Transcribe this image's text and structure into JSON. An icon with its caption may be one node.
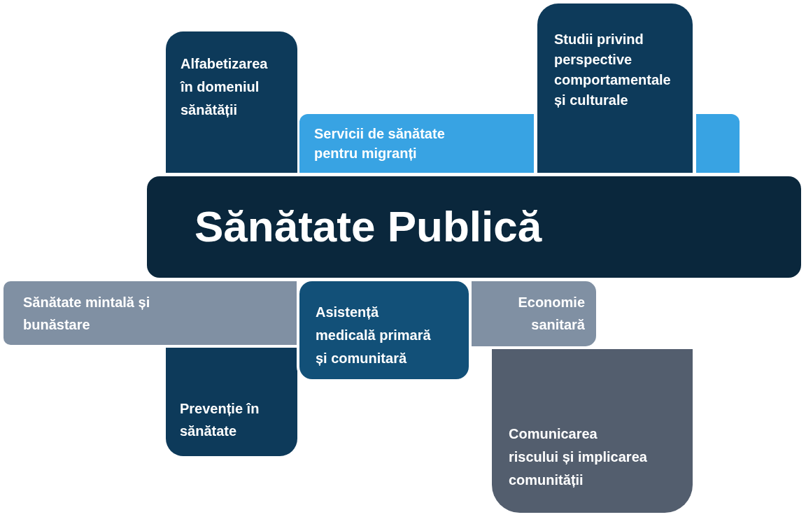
{
  "diagram": {
    "nodes": [
      {
        "text": [
          "Alfabetizarea în domeniul sănătății"
        ]
      },
      {
        "text": [
          "Servicii de sănătate pentru migranți"
        ]
      },
      {
        "text": [
          "Studii privind perspective comportamentale și culturale"
        ]
      },
      {
        "text": [],
        "shape": "box"
      },
      {
        "text": [
          "Sănătate Publică"
        ]
      },
      {
        "text": [
          "Sănătate mintală și bunăstare"
        ]
      },
      {
        "text": [
          "Asistență medicală primară și comunitară"
        ]
      },
      {
        "text": [
          "Economie sanitară"
        ]
      },
      {
        "text": [
          "Prevenție în sănătate"
        ]
      },
      {
        "text": [
          "Comunicarea riscului și implicarea comunității"
        ]
      }
    ]
  }
}
